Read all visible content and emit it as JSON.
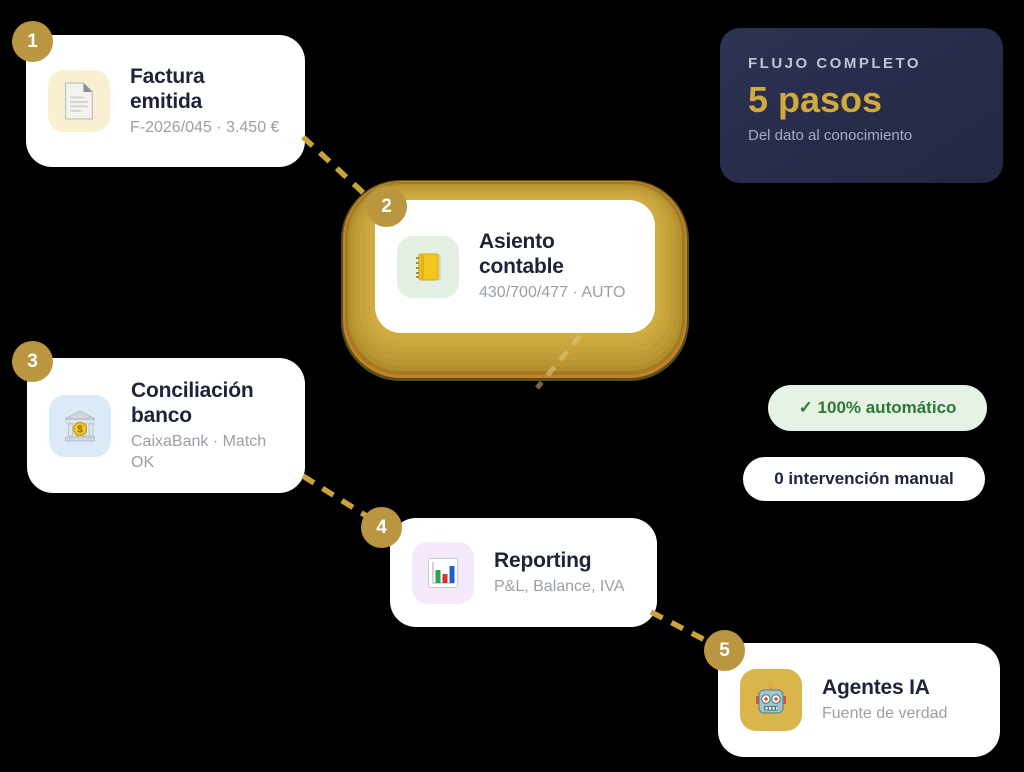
{
  "summary_card": {
    "eyebrow": "FLUJO COMPLETO",
    "headline": "5 pasos",
    "tagline": "Del dato al conocimiento"
  },
  "pills": {
    "automatic": "✓ 100% automático",
    "manual": "0 intervención manual"
  },
  "steps": [
    {
      "number": "1",
      "title": "Factura emitida",
      "subtitle": "F-2026/045 · 3.450 €",
      "icon": "document-icon",
      "tile_color": "#f9f0d2"
    },
    {
      "number": "2",
      "title": "Asiento contable",
      "subtitle": "430/700/477 · AUTO",
      "icon": "ledger-icon",
      "tile_color": "#e3efe3",
      "highlighted": true
    },
    {
      "number": "3",
      "title": "Conciliación banco",
      "subtitle": "CaixaBank · Match OK",
      "icon": "bank-icon",
      "tile_color": "#dbeaf7"
    },
    {
      "number": "4",
      "title": "Reporting",
      "subtitle": "P&L, Balance, IVA",
      "icon": "bar-chart-icon",
      "tile_color": "#f3e9fa"
    },
    {
      "number": "5",
      "title": "Agentes IA",
      "subtitle": "Fuente de verdad",
      "icon": "robot-icon",
      "tile_color": "#d9b54b"
    }
  ],
  "colors": {
    "background": "#000000",
    "accent_gold": "#c9a33d",
    "badge_gold": "#b9963f",
    "glow_gold": "#c09c36",
    "summary_bg": "#282c4a",
    "headline_gold": "#d2a93c",
    "title_navy": "#1f2338",
    "subtitle_gray": "#9aa0a6",
    "pill_green_bg": "#e6f2e6",
    "pill_green_text": "#2c7a31"
  }
}
